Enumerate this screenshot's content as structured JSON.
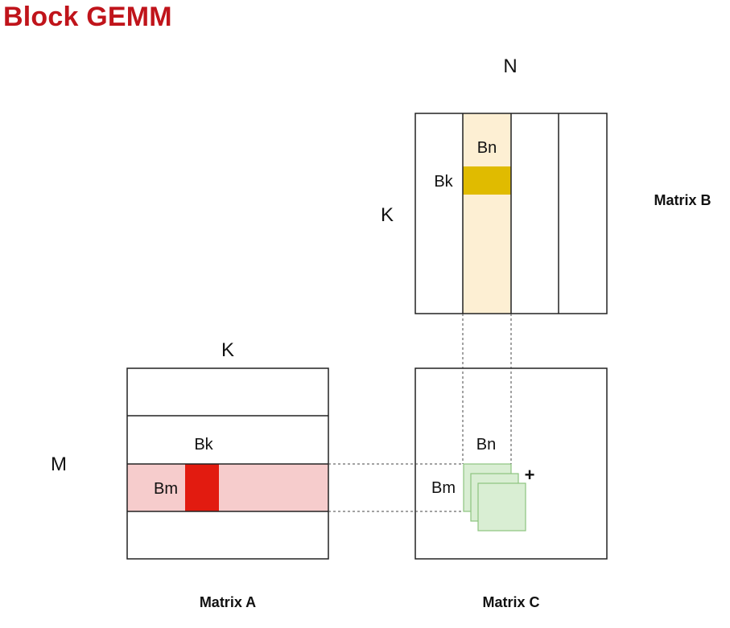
{
  "title": "Block GEMM",
  "colors": {
    "title": "#c0141b",
    "b_column_strip": "#fdefd3",
    "b_tile": "#e0bb00",
    "a_row_strip": "#f6cccc",
    "a_tile": "#e21b10",
    "c_tile_fill": "#d9eed3",
    "c_tile_stroke": "#8dc47f",
    "border": "#222222"
  },
  "labels": {
    "n": "N",
    "k_top": "K",
    "k_left": "K",
    "m": "M",
    "bn_top": "Bn",
    "bk_top": "Bk",
    "bk_a": "Bk",
    "bm_a": "Bm",
    "bn_c": "Bn",
    "bm_c": "Bm",
    "plus": "+",
    "matrix_a": "Matrix A",
    "matrix_b": "Matrix B",
    "matrix_c": "Matrix C"
  }
}
